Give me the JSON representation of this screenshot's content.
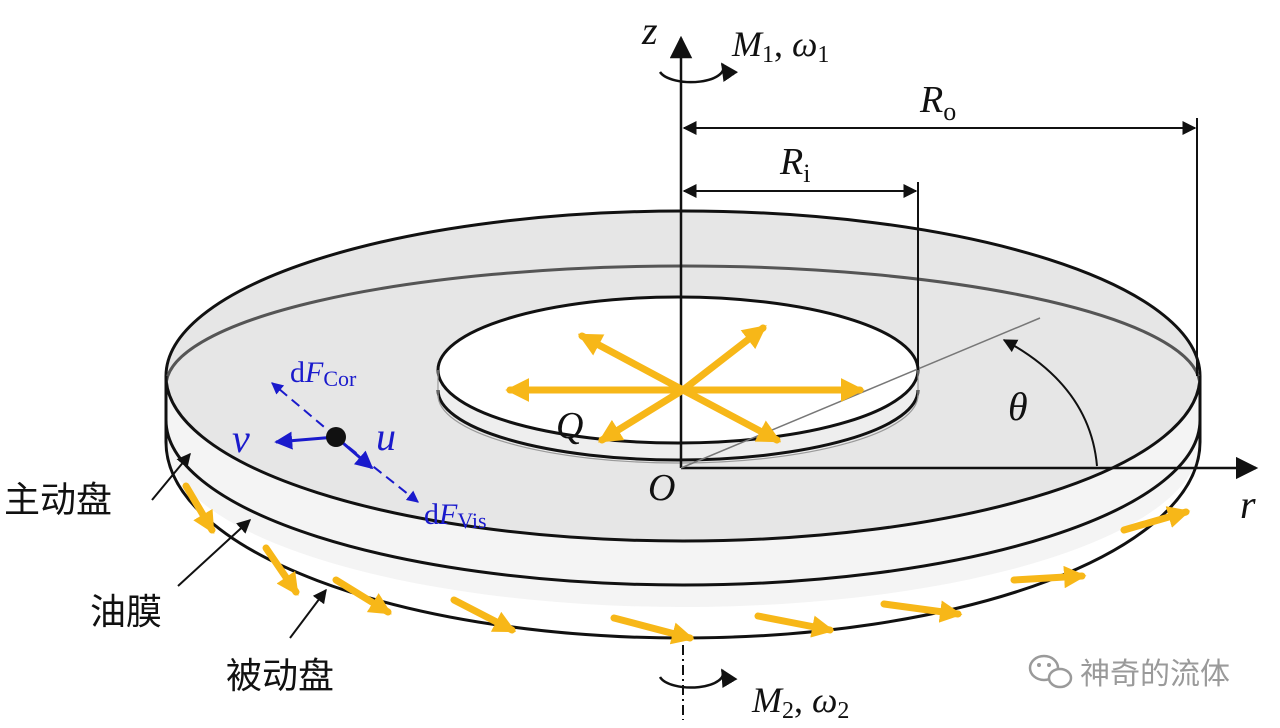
{
  "colors": {
    "ink": "#111111",
    "blue": "#1a1acc",
    "orange": "#f7b718",
    "disk_fill": "#e6e6e6",
    "inner_fill": "#eeeeee",
    "watermark": "#9a9a9a"
  },
  "axes": {
    "z": "z",
    "r": "r",
    "origin": "O",
    "theta": "θ"
  },
  "moments": {
    "top_M": "M",
    "top_sub": "1",
    "top_omega": "ω",
    "top_omega_sub": "1",
    "bottom_M": "M",
    "bottom_sub": "2",
    "bottom_omega": "ω",
    "bottom_omega_sub": "2",
    "sep": ", "
  },
  "dims": {
    "Ro_main": "R",
    "Ro_sub": "o",
    "Ri_main": "R",
    "Ri_sub": "i"
  },
  "flow": {
    "Q": "Q"
  },
  "forces": {
    "cor_d": "d",
    "cor_F": "F",
    "cor_sub": "Cor",
    "vis_d": "d",
    "vis_F": "F",
    "vis_sub": "Vis",
    "v": "v",
    "u": "u"
  },
  "callouts": {
    "driving_disk": "主动盘",
    "oil_film": "油膜",
    "driven_disk": "被动盘"
  },
  "watermark": {
    "text": "神奇的流体",
    "icon": "wechat-icon"
  }
}
